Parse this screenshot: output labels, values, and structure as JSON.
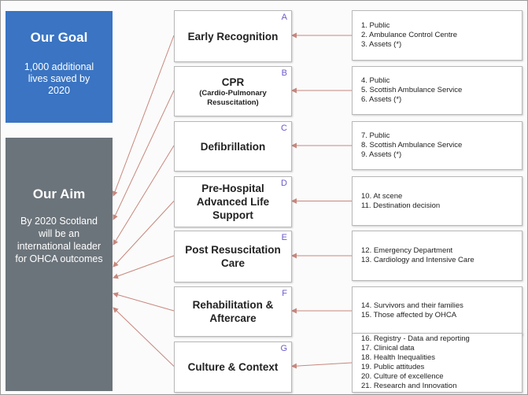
{
  "goal": {
    "title": "Our Goal",
    "text": "1,000 additional lives saved by 2020"
  },
  "aim": {
    "title": "Our Aim",
    "text": "By 2020 Scotland will be an international leader for OHCA outcomes"
  },
  "colors": {
    "goal_panel": "#3a74c2",
    "aim_panel": "#6c747b",
    "stage_letter": "#6a5acd",
    "connector": "#c7877d"
  },
  "stages": [
    {
      "letter": "A",
      "title": "Early Recognition",
      "subtitle": "",
      "items": [
        "1. Public",
        "2. Ambulance Control Centre",
        "3. Assets (*)"
      ]
    },
    {
      "letter": "B",
      "title": "CPR",
      "subtitle": "(Cardio-Pulmonary Resuscitation)",
      "items": [
        "4. Public",
        "5. Scottish Ambulance Service",
        "6. Assets (*)"
      ]
    },
    {
      "letter": "C",
      "title": "Defibrillation",
      "subtitle": "",
      "items": [
        "7. Public",
        "8. Scottish Ambulance Service",
        "9. Assets (*)"
      ]
    },
    {
      "letter": "D",
      "title": "Pre-Hospital Advanced Life Support",
      "subtitle": "",
      "items": [
        "10. At scene",
        "11. Destination decision"
      ]
    },
    {
      "letter": "E",
      "title": "Post Resuscitation Care",
      "subtitle": "",
      "items": [
        "12. Emergency Department",
        "13. Cardiology and Intensive Care"
      ]
    },
    {
      "letter": "F",
      "title": "Rehabilitation & Aftercare",
      "subtitle": "",
      "items": [
        "14. Survivors and their families",
        "15. Those affected by OHCA"
      ]
    },
    {
      "letter": "G",
      "title": "Culture & Context",
      "subtitle": "",
      "items": [
        "16. Registry - Data and reporting",
        "17. Clinical data",
        "18. Health Inequalities",
        "19. Public attitudes",
        "20. Culture of excellence",
        "21. Research and Innovation"
      ]
    }
  ]
}
